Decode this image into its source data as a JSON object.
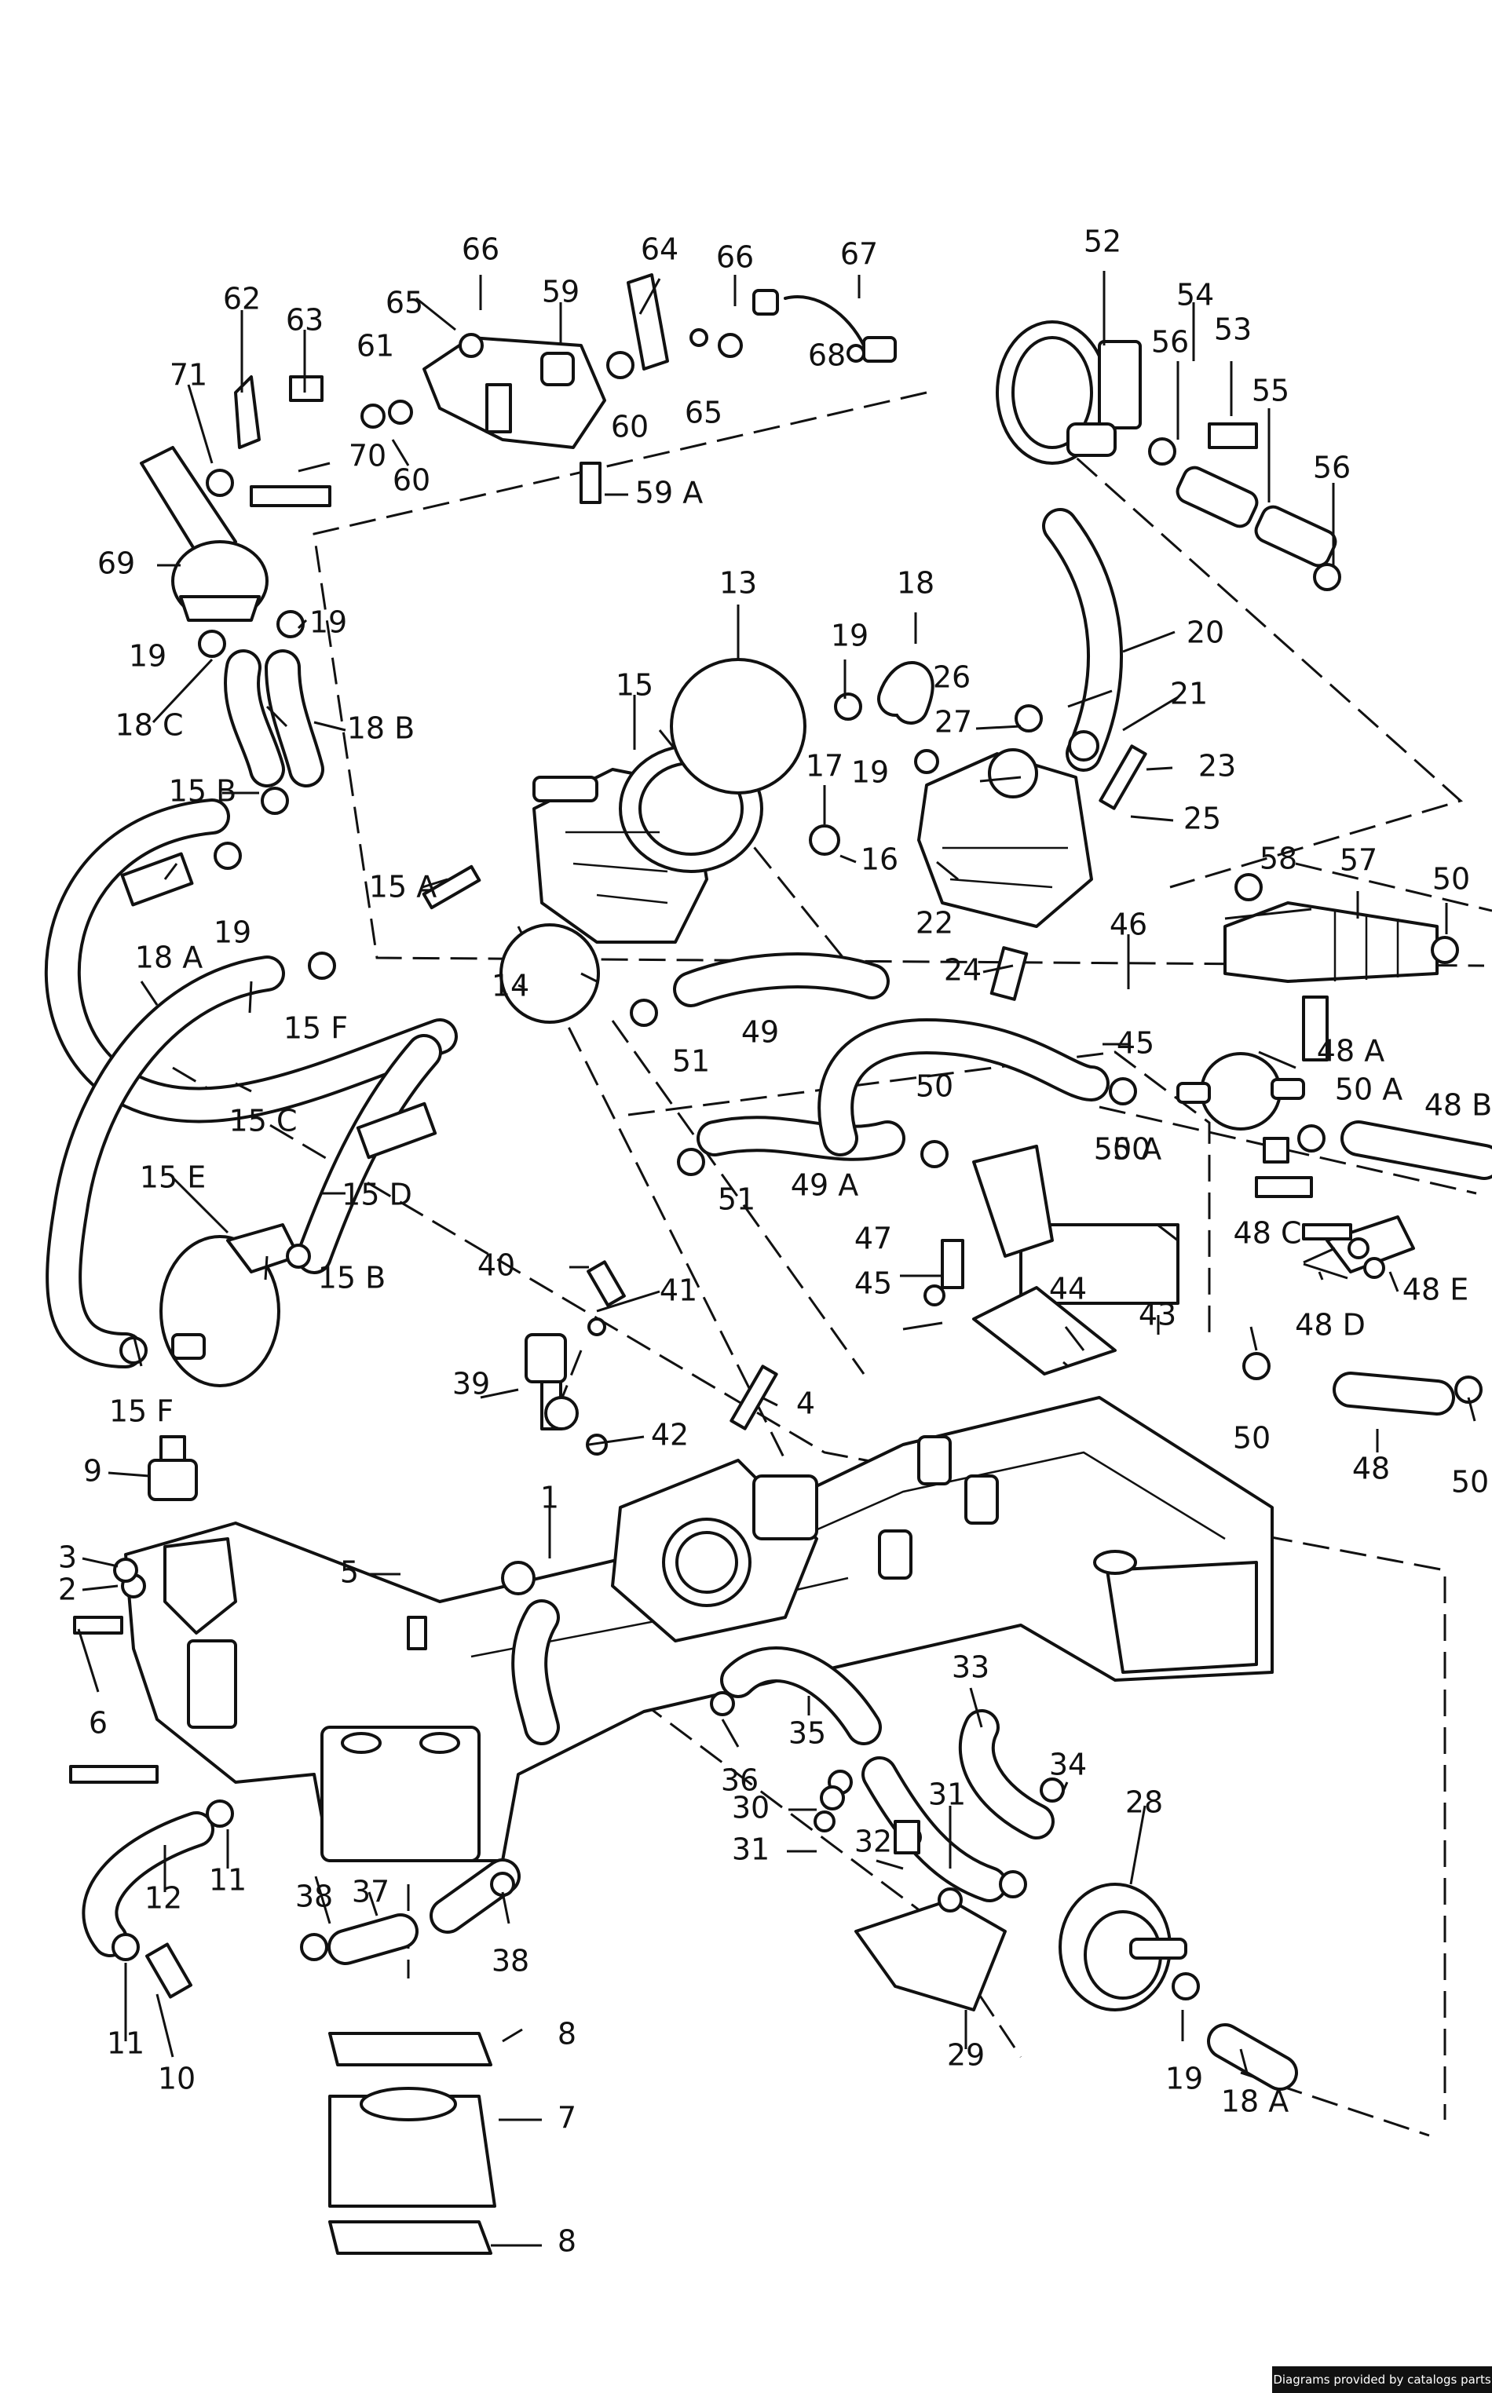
{
  "credit": "Diagrams provided by catalogs parts",
  "callouts": [
    "1",
    "2",
    "3",
    "4",
    "5",
    "6",
    "7",
    "8",
    "8",
    "9",
    "10",
    "11",
    "11",
    "12",
    "13",
    "14",
    "15",
    "15 A",
    "15 B",
    "15 B",
    "15 C",
    "15 D",
    "15 E",
    "15 F",
    "15 F",
    "16",
    "17",
    "18",
    "18 A",
    "18 A",
    "18 B",
    "18 C",
    "19",
    "19",
    "19",
    "19",
    "19",
    "19",
    "20",
    "21",
    "22",
    "23",
    "24",
    "25",
    "26",
    "27",
    "28",
    "29",
    "30",
    "31",
    "31",
    "32",
    "33",
    "34",
    "35",
    "36",
    "37",
    "38",
    "38",
    "39",
    "40",
    "41",
    "42",
    "43",
    "44",
    "45",
    "45",
    "46",
    "47",
    "48",
    "48 A",
    "48 B",
    "48 C",
    "48 D",
    "48 E",
    "49",
    "49 A",
    "50",
    "50",
    "50",
    "50",
    "50",
    "50 A",
    "50 A",
    "51",
    "51",
    "52",
    "53",
    "54",
    "55",
    "56",
    "56",
    "57",
    "58",
    "59",
    "59 A",
    "60",
    "60",
    "61",
    "62",
    "63",
    "64",
    "65",
    "65",
    "66",
    "66",
    "67",
    "68",
    "69",
    "70",
    "71"
  ]
}
